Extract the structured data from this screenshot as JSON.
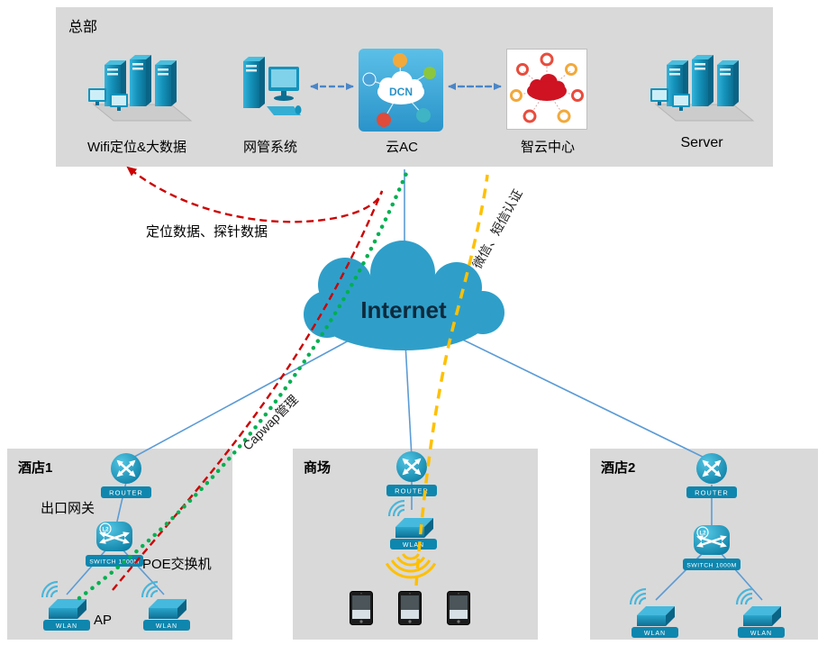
{
  "colors": {
    "zone": "#d9d9d9",
    "link_blue": "#5b9bd5",
    "arrow_blue": "#4a86c8",
    "flow_green": "#00b050",
    "flow_yellow": "#ffc000",
    "flow_red": "#cc0000",
    "cloud_blue": "#2f9fc9",
    "device_blue": "#0e86ae"
  },
  "hq": {
    "title": "总部",
    "wifi_label": "Wifi定位&大数据",
    "nms_label": "网管系统",
    "cloud_ac_label": "云AC",
    "smart_cloud_label": "智云中心",
    "server_label": "Server",
    "dcn_badge": "DCN"
  },
  "internet_label": "Internet",
  "flows": {
    "red": "定位数据、探针数据",
    "green": "Capwap管理",
    "yellow": "微信、短信认证"
  },
  "hotel1": {
    "title": "酒店1",
    "gateway": "出口网关",
    "poe_switch": "POE交换机",
    "ap": "AP"
  },
  "mall": {
    "title": "商场"
  },
  "hotel2": {
    "title": "酒店2"
  },
  "devices": {
    "router": "ROUTER",
    "switch": "SWITCH 1000M",
    "l2": "L2",
    "wlan": "WLAN"
  }
}
